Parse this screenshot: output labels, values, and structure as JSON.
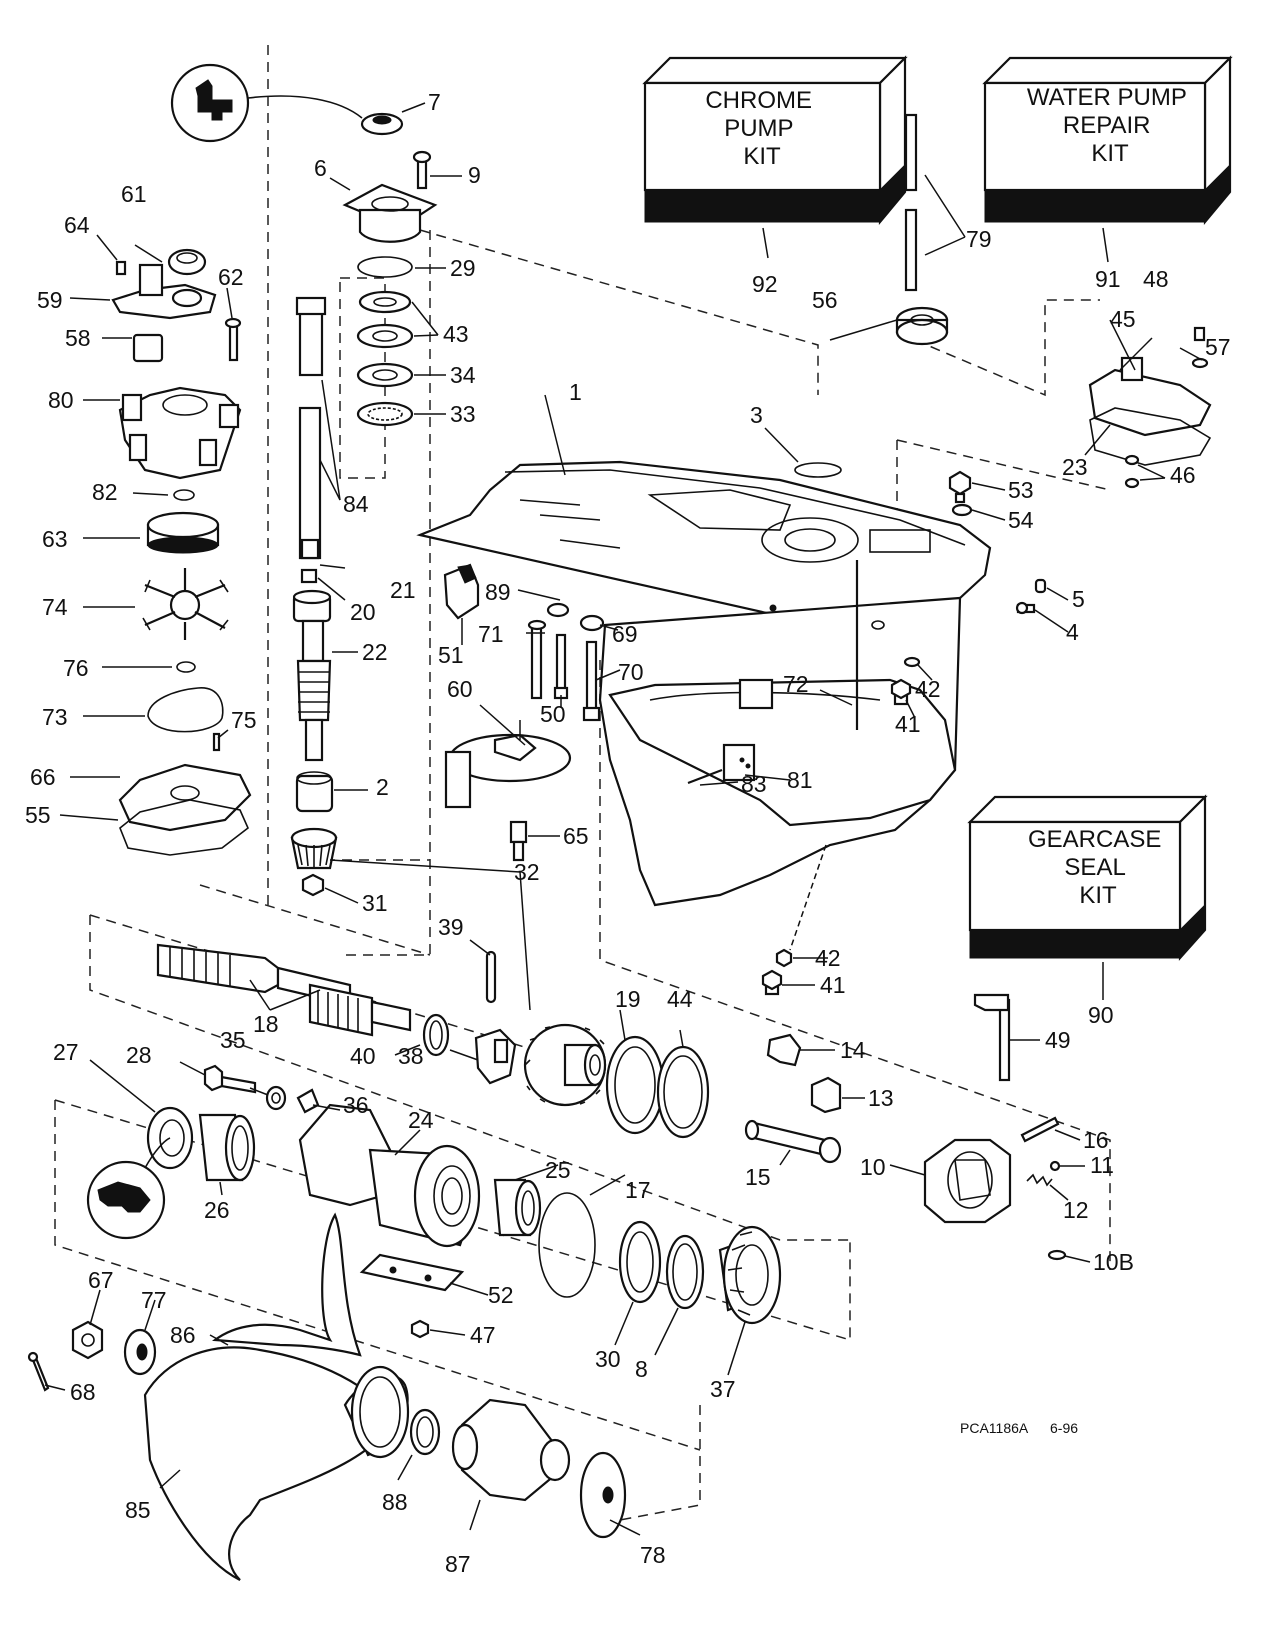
{
  "diagram_code": "PCA1186A",
  "diagram_date": "6-96",
  "kits": {
    "chrome": "CHROME PUMP KIT",
    "water": "WATER PUMP REPAIR KIT",
    "gearcase": "GEARCASE SEAL KIT"
  },
  "labels": [
    "1",
    "2",
    "3",
    "4",
    "5",
    "6",
    "7",
    "8",
    "9",
    "10",
    "10B",
    "11",
    "12",
    "13",
    "14",
    "15",
    "16",
    "17",
    "18",
    "19",
    "20",
    "21",
    "22",
    "23",
    "24",
    "25",
    "26",
    "27",
    "28",
    "29",
    "30",
    "31",
    "32",
    "33",
    "34",
    "35",
    "36",
    "37",
    "38",
    "39",
    "40",
    "41",
    "41",
    "42",
    "42",
    "43",
    "44",
    "45",
    "46",
    "47",
    "48",
    "49",
    "50",
    "51",
    "52",
    "53",
    "54",
    "55",
    "56",
    "57",
    "58",
    "59",
    "60",
    "61",
    "62",
    "63",
    "64",
    "65",
    "66",
    "67",
    "68",
    "69",
    "70",
    "71",
    "72",
    "73",
    "74",
    "75",
    "76",
    "77",
    "78",
    "79",
    "80",
    "81",
    "82",
    "83",
    "84",
    "85",
    "86",
    "87",
    "88",
    "89",
    "90",
    "91",
    "92"
  ]
}
